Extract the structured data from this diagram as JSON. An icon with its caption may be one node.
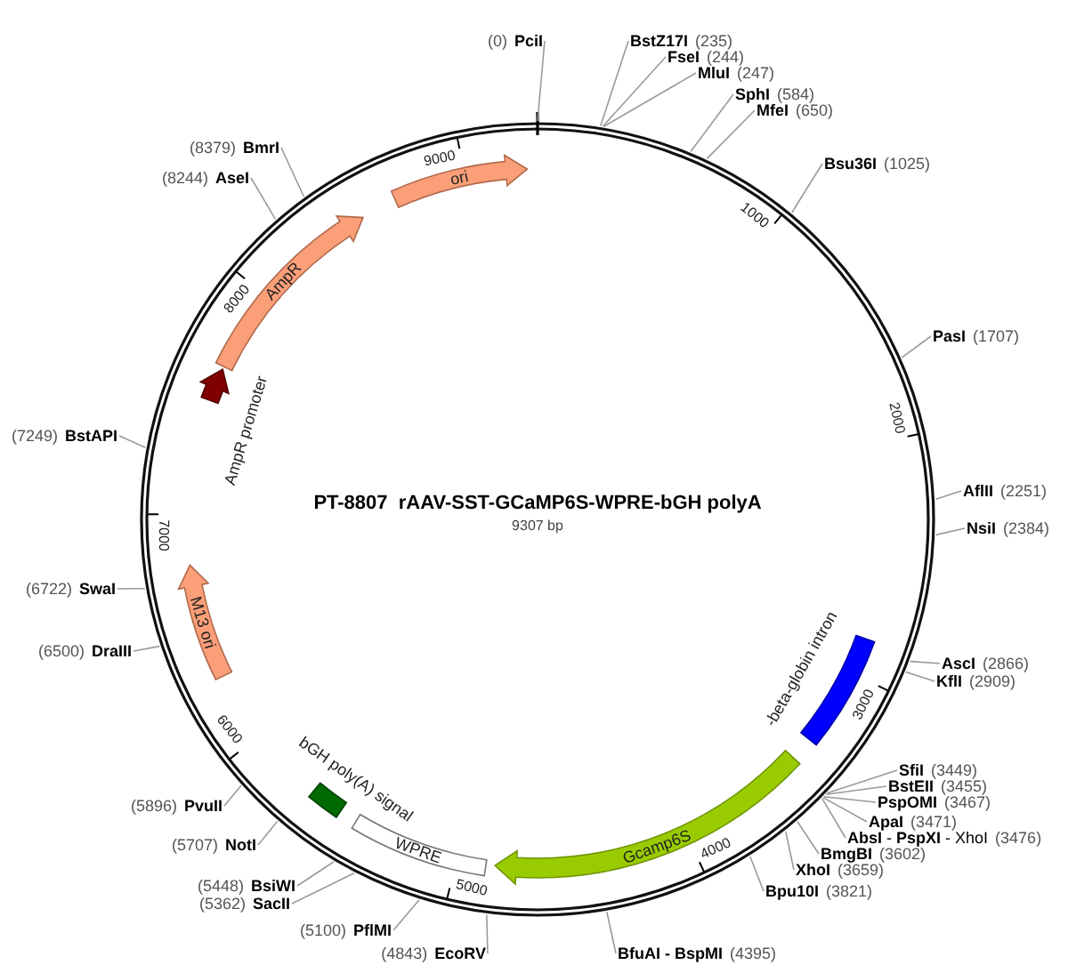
{
  "diagram": {
    "title": "PT-8807  rAAV-SST-GCaMP6S-WPRE-bGH polyA",
    "nodes": [
      {
        "text": [
          "(0)",
          "PciI"
        ]
      },
      {
        "text": [
          "BstZ17I",
          "(235)"
        ]
      },
      {
        "text": [
          "FseI",
          "(244)"
        ]
      },
      {
        "text": [
          "MluI",
          "(247)"
        ]
      },
      {
        "text": [
          "SphI",
          "(584)"
        ]
      },
      {
        "text": [
          "MfeI",
          "(650)"
        ]
      },
      {
        "text": [
          "Bsu36I",
          "(1025)"
        ]
      },
      {
        "text": [
          "PasI",
          "(1707)"
        ]
      },
      {
        "text": [
          "AflII",
          "(2251)"
        ]
      },
      {
        "text": [
          "NsiI",
          "(2384)"
        ]
      },
      {
        "text": [
          "AscI",
          "(2866)"
        ]
      },
      {
        "text": [
          "KflI",
          "(2909)"
        ]
      },
      {
        "text": [
          "SfiI",
          "(3449)"
        ]
      },
      {
        "text": [
          "BstEII",
          "(3455)"
        ]
      },
      {
        "text": [
          "PspOMI",
          "(3467)"
        ]
      },
      {
        "text": [
          "ApaI",
          "(3471)"
        ]
      },
      {
        "text": [
          "**AbsI** - **PspXI** - XhoI",
          "(3476)"
        ]
      },
      {
        "text": [
          "BmgBI",
          "(3602)"
        ]
      },
      {
        "text": [
          "XhoI",
          "(3659)"
        ]
      },
      {
        "text": [
          "Bpu10I",
          "(3821)"
        ]
      },
      {
        "text": [
          "BfuAI - BspMI",
          "(4395)"
        ]
      },
      {
        "text": [
          "(4843)",
          "EcoRV"
        ]
      },
      {
        "text": [
          "(5100)",
          "PflMI"
        ]
      },
      {
        "text": [
          "(5362)",
          "SacII"
        ]
      },
      {
        "text": [
          "(5448)",
          "BsiWI"
        ]
      },
      {
        "text": [
          "(5707)",
          "NotI"
        ]
      },
      {
        "text": [
          "(5896)",
          "PvuII"
        ]
      },
      {
        "text": [
          "(6500)",
          "DraIII"
        ]
      },
      {
        "text": [
          "(6722)",
          "SwaI"
        ]
      },
      {
        "text": [
          "(7249)",
          "BstAPI"
        ]
      },
      {
        "text": [
          "(8244)",
          "AseI"
        ]
      },
      {
        "text": [
          "(8379)",
          "BmrI"
        ]
      },
      {
        "text": [
          "ori"
        ]
      },
      {
        "text": [
          "AmpR"
        ]
      },
      {
        "text": [
          "AmpR promoter"
        ]
      },
      {
        "text": [
          "M13 ori"
        ]
      },
      {
        "text": [
          "bGH poly(A) signal"
        ]
      },
      {
        "text": [
          "WPRE"
        ]
      },
      {
        "text": [
          "Gcamp6S"
        ]
      },
      {
        "text": [
          "-beta-globin intron"
        ]
      }
    ],
    "edges": [
      {
        "from": 0,
        "to": null,
        "arrow": "none"
      },
      {
        "from": 1,
        "to": null,
        "arrow": "none"
      },
      {
        "from": 2,
        "to": null,
        "arrow": "none"
      },
      {
        "from": 3,
        "to": null,
        "arrow": "none"
      },
      {
        "from": 4,
        "to": null,
        "arrow": "none"
      },
      {
        "from": 5,
        "to": null,
        "arrow": "none"
      },
      {
        "from": 6,
        "to": null,
        "arrow": "none"
      },
      {
        "from": 7,
        "to": null,
        "arrow": "none"
      },
      {
        "from": 8,
        "to": null,
        "arrow": "none"
      },
      {
        "from": 9,
        "to": null,
        "arrow": "none"
      },
      {
        "from": 10,
        "to": null,
        "arrow": "none"
      },
      {
        "from": 11,
        "to": null,
        "arrow": "none"
      },
      {
        "from": 12,
        "to": null,
        "arrow": "none"
      },
      {
        "from": 13,
        "to": null,
        "arrow": "none"
      },
      {
        "from": 14,
        "to": null,
        "arrow": "none"
      },
      {
        "from": 15,
        "to": null,
        "arrow": "none"
      },
      {
        "from": 16,
        "to": null,
        "arrow": "none"
      },
      {
        "from": 17,
        "to": null,
        "arrow": "none"
      },
      {
        "from": 18,
        "to": null,
        "arrow": "none"
      },
      {
        "from": 19,
        "to": null,
        "arrow": "none"
      },
      {
        "from": 20,
        "to": null,
        "arrow": "none"
      },
      {
        "from": 21,
        "to": null,
        "arrow": "none"
      },
      {
        "from": 22,
        "to": null,
        "arrow": "none"
      },
      {
        "from": 23,
        "to": null,
        "arrow": "none"
      },
      {
        "from": 24,
        "to": null,
        "arrow": "none"
      },
      {
        "from": 25,
        "to": null,
        "arrow": "none"
      },
      {
        "from": 26,
        "to": null,
        "arrow": "none"
      },
      {
        "from": 27,
        "to": null,
        "arrow": "none"
      },
      {
        "from": 28,
        "to": null,
        "arrow": "none"
      },
      {
        "from": 29,
        "to": null,
        "arrow": "none"
      },
      {
        "from": 30,
        "to": null,
        "arrow": "none"
      },
      {
        "from": 31,
        "to": null,
        "arrow": "none"
      }
    ],
    "labels": [
      "9307 bp",
      "1000",
      "2000",
      "3000",
      "4000",
      "5000",
      "6000",
      "7000",
      "8000",
      "9000"
    ]
  }
}
